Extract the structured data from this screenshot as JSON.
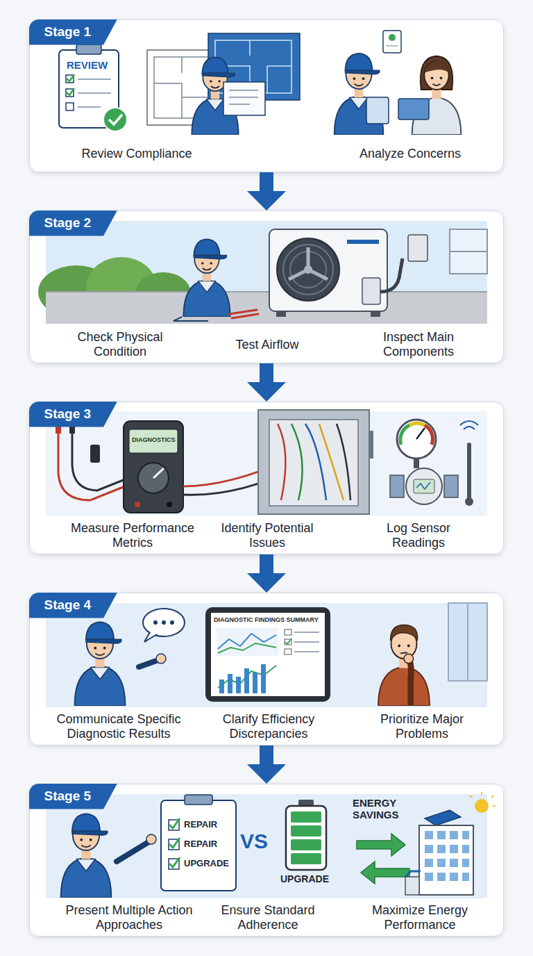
{
  "diagram": {
    "nodes": [
      {
        "text": [
          "Stage 1",
          "Review Compliance",
          "Analyze Concerns"
        ]
      },
      {
        "text": [
          "Stage 2",
          "Check Physical Condition",
          "Test Airflow",
          "Inspect Main Components"
        ]
      },
      {
        "text": [
          "Stage 3",
          "Measure Performance Metrics",
          "Identify Potential Issues",
          "Log Sensor Readings"
        ]
      },
      {
        "text": [
          "Stage 4",
          "Communicate Specific Diagnostic Results",
          "Clarify Efficiency Discrepancies",
          "Prioritize Major Problems"
        ]
      },
      {
        "text": [
          "Stage 5",
          "Present Multiple Action Approaches",
          "Ensure Standard Adherence",
          "Maximize Energy Performance"
        ]
      }
    ],
    "edges": [
      {
        "from": 0,
        "to": 1,
        "arrow": "to"
      },
      {
        "from": 1,
        "to": 2,
        "arrow": "to"
      },
      {
        "from": 2,
        "to": 3,
        "arrow": "to"
      },
      {
        "from": 3,
        "to": 4,
        "arrow": "to"
      }
    ],
    "labels": [
      "REVIEW",
      "DIAGNOSTICS",
      "DIAGNOSTIC FINDINGS SUMMARY",
      "REPAIR",
      "REPAIR",
      "UPGRADE",
      "VS",
      "UPGRADE",
      "ENERGY SAVINGS"
    ]
  }
}
